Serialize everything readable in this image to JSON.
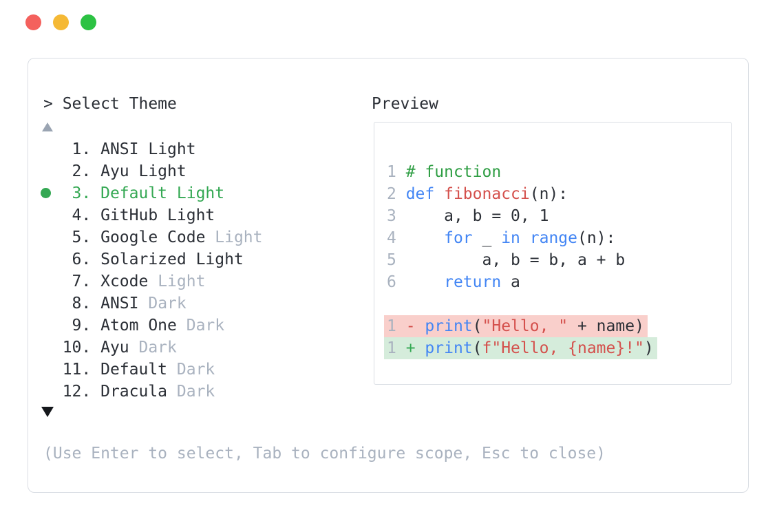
{
  "palette": {
    "text_dark": "#2b2f36",
    "text_muted": "#a9b2bf",
    "accent_green": "#34a853",
    "code_blue": "#4285f4",
    "code_red": "#d4504c",
    "comment_green": "#2f9e44",
    "line_number": "#a9b2bf",
    "diff_del_bg": "#f9cfcb",
    "diff_add_bg": "#d5ecdb",
    "border": "#d9dde3",
    "traffic_red": "#f4615d",
    "traffic_yellow": "#f5b935",
    "traffic_green": "#2cc243",
    "scroll_up_arrow": "#9aa4b2",
    "scroll_down_arrow": "#15181c"
  },
  "selector": {
    "prompt": "> Select Theme",
    "hint": "(Use Enter to select, Tab to configure scope, Esc to close)",
    "items": [
      {
        "num": "1.",
        "name": "ANSI",
        "suffix": "Light",
        "muted_suffix": false,
        "selected": false
      },
      {
        "num": "2.",
        "name": "Ayu",
        "suffix": "Light",
        "muted_suffix": false,
        "selected": false
      },
      {
        "num": "3.",
        "name": "Default",
        "suffix": "Light",
        "muted_suffix": false,
        "selected": true
      },
      {
        "num": "4.",
        "name": "GitHub",
        "suffix": "Light",
        "muted_suffix": false,
        "selected": false
      },
      {
        "num": "5.",
        "name": "Google Code",
        "suffix": "Light",
        "muted_suffix": true,
        "selected": false
      },
      {
        "num": "6.",
        "name": "Solarized",
        "suffix": "Light",
        "muted_suffix": false,
        "selected": false
      },
      {
        "num": "7.",
        "name": "Xcode",
        "suffix": "Light",
        "muted_suffix": true,
        "selected": false
      },
      {
        "num": "8.",
        "name": "ANSI",
        "suffix": "Dark",
        "muted_suffix": true,
        "selected": false
      },
      {
        "num": "9.",
        "name": "Atom One",
        "suffix": "Dark",
        "muted_suffix": true,
        "selected": false
      },
      {
        "num": "10.",
        "name": "Ayu",
        "suffix": "Dark",
        "muted_suffix": true,
        "selected": false
      },
      {
        "num": "11.",
        "name": "Default",
        "suffix": "Dark",
        "muted_suffix": true,
        "selected": false
      },
      {
        "num": "12.",
        "name": "Dracula",
        "suffix": "Dark",
        "muted_suffix": true,
        "selected": false
      }
    ]
  },
  "preview": {
    "label": "Preview",
    "code_lines": [
      {
        "bg": null,
        "segs": [
          [
            "num",
            "1 "
          ],
          [
            "com",
            "# function"
          ]
        ]
      },
      {
        "bg": null,
        "segs": [
          [
            "num",
            "2 "
          ],
          [
            "kw",
            "def"
          ],
          [
            "plain",
            " "
          ],
          [
            "fn",
            "fibonacci"
          ],
          [
            "plain",
            "(n):"
          ]
        ]
      },
      {
        "bg": null,
        "segs": [
          [
            "num",
            "3 "
          ],
          [
            "plain",
            "    a, b = 0, 1"
          ]
        ]
      },
      {
        "bg": null,
        "segs": [
          [
            "num",
            "4 "
          ],
          [
            "plain",
            "    "
          ],
          [
            "kw",
            "for"
          ],
          [
            "plain",
            " _ "
          ],
          [
            "kw",
            "in"
          ],
          [
            "plain",
            " "
          ],
          [
            "kw",
            "range"
          ],
          [
            "plain",
            "(n):"
          ]
        ]
      },
      {
        "bg": null,
        "segs": [
          [
            "num",
            "5 "
          ],
          [
            "plain",
            "        a, b = b, a + b"
          ]
        ]
      },
      {
        "bg": null,
        "segs": [
          [
            "num",
            "6 "
          ],
          [
            "plain",
            "    "
          ],
          [
            "kw",
            "return"
          ],
          [
            "plain",
            " a"
          ]
        ]
      },
      {
        "bg": null,
        "segs": []
      },
      {
        "bg": "del",
        "segs": [
          [
            "num",
            "1 "
          ],
          [
            "del",
            "- "
          ],
          [
            "kw",
            "print"
          ],
          [
            "plain",
            "("
          ],
          [
            "str",
            "\"Hello, \""
          ],
          [
            "plain",
            " + name)"
          ]
        ]
      },
      {
        "bg": "add",
        "segs": [
          [
            "num",
            "1 "
          ],
          [
            "add",
            "+ "
          ],
          [
            "kw",
            "print"
          ],
          [
            "plain",
            "("
          ],
          [
            "str",
            "f\"Hello, {name}!\""
          ],
          [
            "plain",
            ")"
          ]
        ]
      }
    ]
  }
}
